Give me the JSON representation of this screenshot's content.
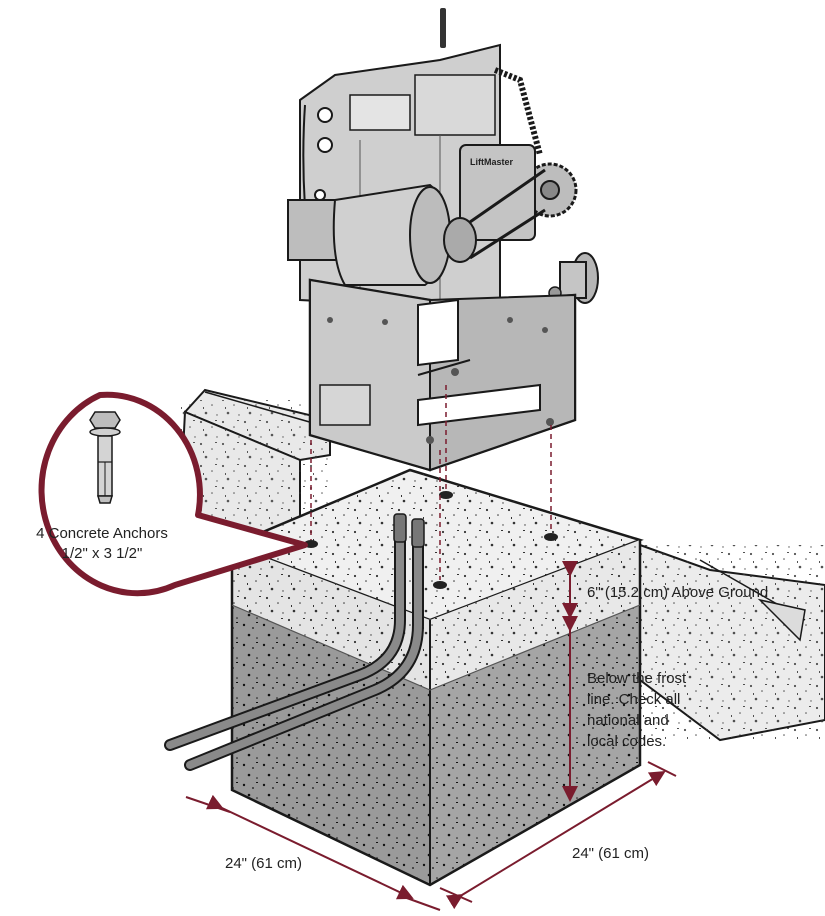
{
  "labels": {
    "anchors_line1": "4 Concrete Anchors",
    "anchors_line2": "1/2\" x 3 1/2\"",
    "above_ground": "6\" (15.2 cm) Above Ground",
    "frost_line1": "Below the frost",
    "frost_line2": "line. Check all",
    "frost_line3": "national and",
    "frost_line4": "local codes.",
    "dim_left": "24\" (61 cm)",
    "dim_right": "24\" (61 cm)",
    "brand": "LiftMaster"
  },
  "colors": {
    "accent": "#7a1c2e",
    "concrete_top": "#f0f0f0",
    "concrete_above": "#e6e6e6",
    "concrete_below": "#9a9a9a",
    "metal": "#c8c8c8",
    "outline": "#1a1a1a"
  }
}
